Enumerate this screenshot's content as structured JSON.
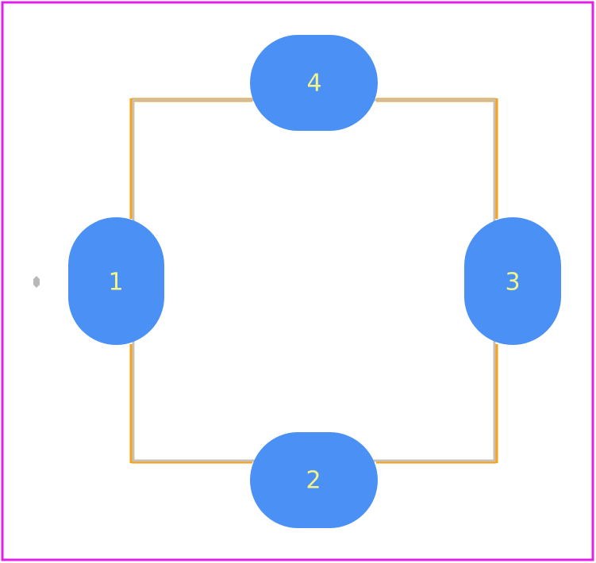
{
  "colors": {
    "background": "#ffffff",
    "board_outline": "#e020e8",
    "silkscreen": "#f7a21b",
    "assembly": "#c8c0b4",
    "pad": "#4a90f5",
    "pad_label": "#f4f488",
    "origin_marker": "#b8b8b8"
  },
  "pads": [
    {
      "id": "pad-1",
      "label": "1"
    },
    {
      "id": "pad-2",
      "label": "2"
    },
    {
      "id": "pad-3",
      "label": "3"
    },
    {
      "id": "pad-4",
      "label": "4"
    }
  ]
}
